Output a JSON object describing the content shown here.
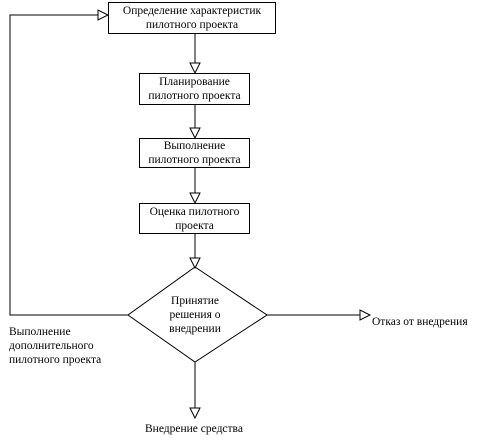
{
  "flow": {
    "step1": "Определение характеристик\nпилотного проекта",
    "step2": "Планирование\nпилотного проекта",
    "step3": "Выполнение\nпилотного проекта",
    "step4": "Оценка пилотного\nпроекта",
    "decision": "Принятие\nрешения о\nвнедрении",
    "loop_label": "Выполнение\nдополнительного\nпилотного проекта",
    "reject_label": "Отказ от внедрения",
    "adopt_label": "Внедрение средства"
  }
}
